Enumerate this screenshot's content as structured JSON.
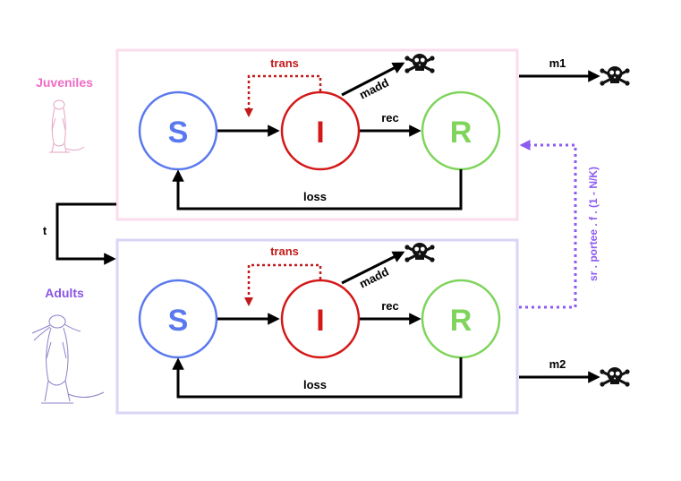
{
  "colors": {
    "juvenile_label": "#f06bc6",
    "adult_label": "#8a55e6",
    "juvenile_box": "#fbdcec",
    "adult_box": "#d8d6f6",
    "S": "#5b79ee",
    "I": "#d41818",
    "R": "#7fd45b",
    "trans": "#c21a1a",
    "repro": "#8d5bf0",
    "arrow": "#000000"
  },
  "groups": {
    "juveniles": "Juveniles",
    "adults": "Adults"
  },
  "compartments": {
    "S": "S",
    "I": "I",
    "R": "R"
  },
  "flows": {
    "trans": "trans",
    "madd": "madd",
    "rec": "rec",
    "loss": "loss",
    "m1": "m1",
    "m2": "m2",
    "t": "t",
    "reproduction": "sr . portee . f . (1 - N/K)"
  },
  "icons": {
    "death": "skull-crossbones-icon",
    "juvenile": "meerkat-juvenile-icon",
    "adult": "meerkat-adult-icon"
  }
}
